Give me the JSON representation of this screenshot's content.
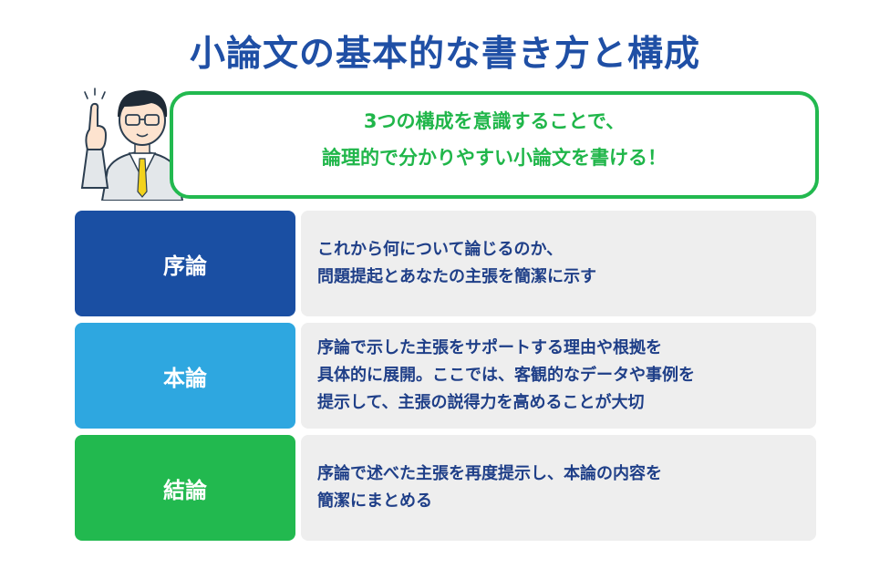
{
  "title": "小論文の基本的な書き方と構成",
  "callout": {
    "line1": "3つの構成を意識することで、",
    "line2": "論理的で分かりやすい小論文を書ける！"
  },
  "sections": [
    {
      "label": "序論",
      "color": "#1a4fa3",
      "lines": [
        "これから何について論じるのか、",
        "問題提起とあなたの主張を簡潔に示す"
      ]
    },
    {
      "label": "本論",
      "color": "#2ea7e0",
      "lines": [
        "序論で示した主張をサポートする理由や根拠を",
        "具体的に展開。ここでは、客観的なデータや事例を",
        "提示して、主張の説得力を高めることが大切"
      ]
    },
    {
      "label": "結論",
      "color": "#22b94f",
      "lines": [
        "序論で述べた主張を再度提示し、本論の内容を",
        "簡潔にまとめる"
      ]
    }
  ],
  "colors": {
    "title": "#1f4fa5",
    "accent_green": "#22b94f",
    "desc_bg": "#eeeeee"
  }
}
